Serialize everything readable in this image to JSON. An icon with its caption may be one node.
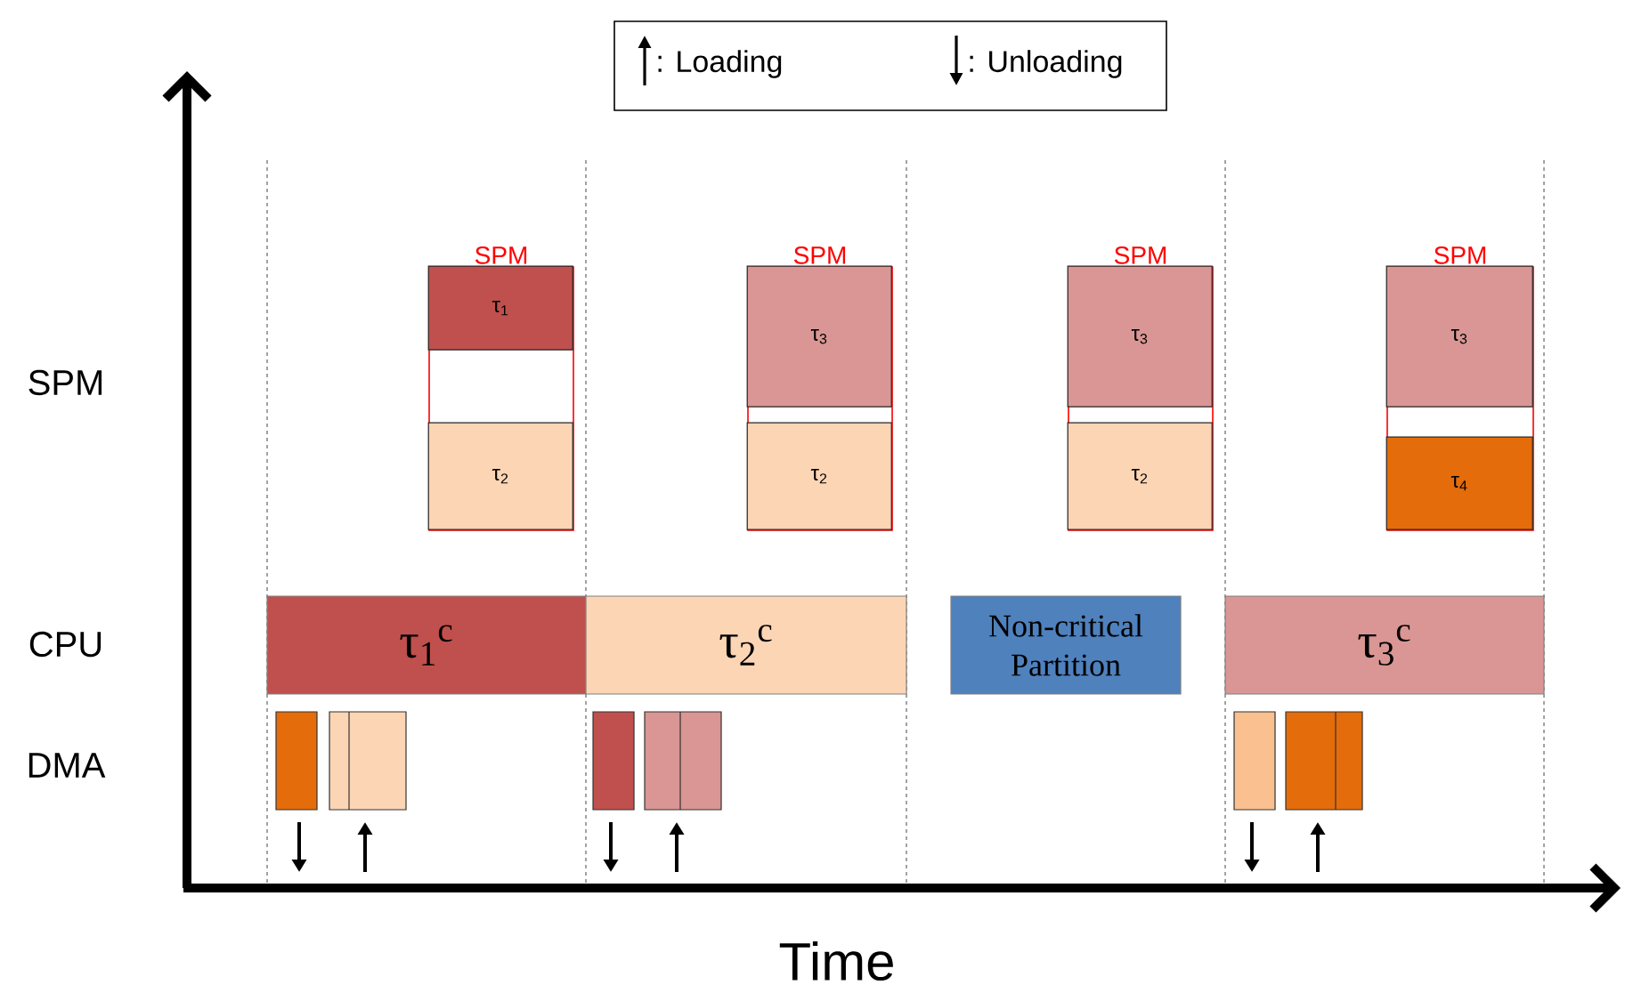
{
  "diagram": {
    "nodes": [
      {
        "text": [
          "SPM"
        ]
      },
      {
        "text": [
          "τ$_{1}$"
        ],
        "in": 0
      },
      {
        "text": [
          "τ$_{2}$"
        ],
        "in": 0
      },
      {
        "text": [
          "SPM"
        ]
      },
      {
        "text": [
          "τ$_{3}$"
        ],
        "in": 3
      },
      {
        "text": [
          "τ$_{2}$"
        ],
        "in": 3
      },
      {
        "text": [
          "SPM"
        ]
      },
      {
        "text": [
          "τ$_{3}$"
        ],
        "in": 6
      },
      {
        "text": [
          "τ$_{2}$"
        ],
        "in": 6
      },
      {
        "text": [
          "SPM"
        ]
      },
      {
        "text": [
          "τ$_{3}$"
        ],
        "in": 9
      },
      {
        "text": [
          "τ$_{4}$"
        ],
        "in": 9
      },
      {
        "text": [
          "τ$_{1}$$^{c}$"
        ]
      },
      {
        "text": [
          "τ$_{2}$$^{c}$"
        ]
      },
      {
        "text": [
          "Non-critical Partition"
        ]
      },
      {
        "text": [
          "τ$_{3}$$^{c}$"
        ]
      },
      {
        "text": [],
        "shape": "box"
      },
      {
        "text": [],
        "shape": "box"
      },
      {
        "text": [],
        "shape": "box"
      },
      {
        "text": [],
        "shape": "box"
      },
      {
        "text": [],
        "shape": "box"
      },
      {
        "text": [],
        "shape": "box"
      }
    ],
    "labels": [
      "SPM",
      "CPU",
      "DMA",
      "Time"
    ],
    "legend": [
      {
        "text": ": Loading"
      },
      {
        "text": ": Unloading"
      }
    ]
  }
}
